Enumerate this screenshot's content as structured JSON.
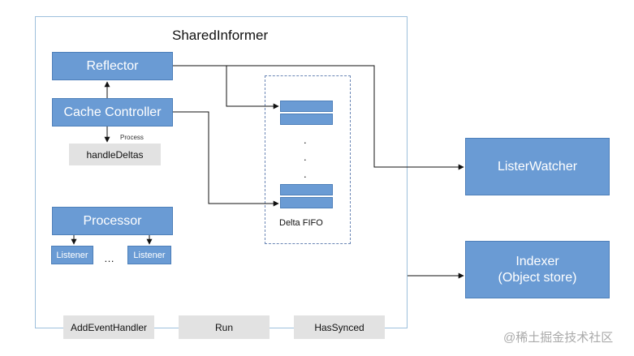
{
  "diagram": {
    "title": "SharedInformer",
    "components": {
      "reflector": "Reflector",
      "cache_controller": "Cache Controller",
      "process_label": "Process",
      "handle_deltas": "handleDeltas",
      "processor": "Processor",
      "listener_1": "Listener",
      "listener_2": "Listener",
      "listener_ellipsis": "…",
      "delta_fifo": "Delta FIFO",
      "fifo_dots": [
        ".",
        ".",
        "."
      ],
      "lister_watcher": "ListerWatcher",
      "indexer_line1": "Indexer",
      "indexer_line2": "(Object store)"
    },
    "methods": [
      "AddEventHandler",
      "Run",
      "HasSynced"
    ]
  },
  "watermark": "@稀土掘金技术社区",
  "colors": {
    "box_fill": "#6a9bd4",
    "box_border": "#4d7fb9",
    "frame_border": "#9ec0dc",
    "method_fill": "#e2e2e2",
    "fifo_border": "#6a86b5"
  }
}
